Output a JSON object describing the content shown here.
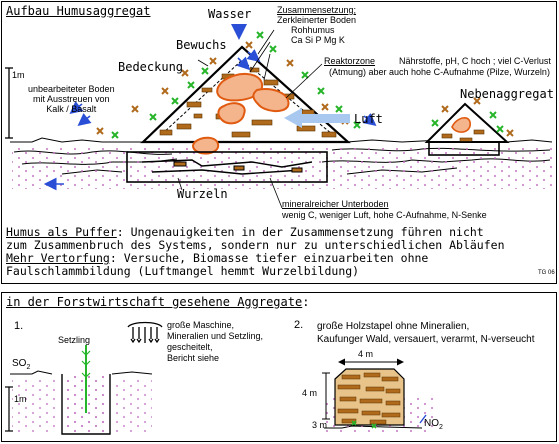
{
  "top": {
    "title": "Aufbau Humusaggregat",
    "labels": {
      "wasser": "Wasser",
      "bewuchs": "Bewuchs",
      "bedeckung": "Bedeckung",
      "luft": "Luft",
      "nebenaggregat": "Nebenaggregat",
      "wurzeln": "Wurzeln",
      "scale_1m": "1m",
      "corner_tag": "TG 06"
    },
    "zusammensetzung": {
      "heading": "Zusammensetzung;",
      "line1": "Zerkleinerter Boden",
      "line2": "Rohhumus",
      "line3": "Ca Si P Mg K"
    },
    "left_note": [
      "unbearbeiteter Boden",
      "mit Ausstreuen von",
      "Kalk / Basalt"
    ],
    "reaktorzone": {
      "heading": "Reaktorzone",
      "line1": "(Atmung) aber auch hohe C-Aufnahme (Pilze, Wurzeln)",
      "right_text": "Nährstoffe, pH, C hoch ;  viel C-Verlust"
    },
    "unterboden": {
      "heading": "mineralreicher Unterboden",
      "line1": "wenig C, weniger Luft, hohe C-Aufnahme, N-Senke"
    },
    "puffer": {
      "lead": "Humus als Puffer",
      "line1_rest": ": Ungenauigkeiten in der Zusammensetzung führen nicht",
      "line2": "zum Zusammenbruch des Systems, sondern nur zu unterschiedlichen Abläufen",
      "lead2": "Mehr Vertorfung",
      "line3_rest": ": Versuche, Biomasse tiefer einzuarbeiten ohne",
      "line4": "Faulschlammbildung (Luftmangel hemmt Wurzelbildung)"
    }
  },
  "bottom": {
    "title": "in der Forstwirtschaft gesehene Aggregate",
    "title_suffix": ":",
    "item1": {
      "number": "1.",
      "setzling": "Setzling",
      "so2": "SO",
      "so2_sub": "2",
      "scale": "1m",
      "text": [
        "große Maschine,",
        "Mineralien und Setzling,",
        "gescheitelt,",
        "Bericht siehe"
      ]
    },
    "item2": {
      "number": "2.",
      "text": [
        "große Holzstapel ohne Mineralien,",
        "Kaufunger Wald, versauert, verarmt, N-verseucht"
      ],
      "width_label": "4 m",
      "height_label": "4 m",
      "depth_label": "3 m",
      "no2": "NO",
      "no2_sub": "2"
    }
  },
  "colors": {
    "arrow_blue": "#2a4fd6",
    "light_blue": "#a8c8f0",
    "reactor_orange": "#e05a10",
    "brown": "#b06a1c",
    "green_x": "#26b52a",
    "dots_purple": "#c070c0"
  }
}
